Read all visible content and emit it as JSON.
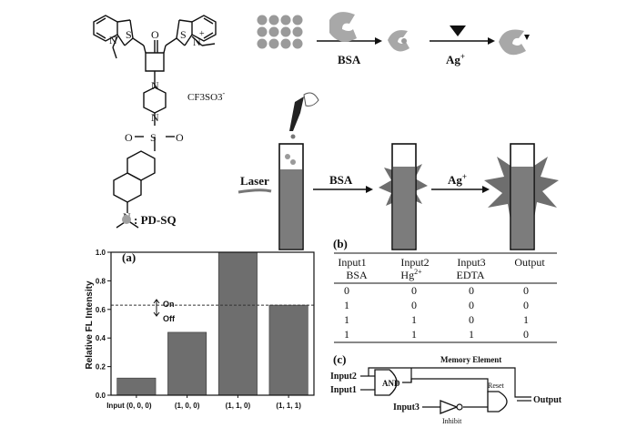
{
  "molecule": {
    "atoms": {
      "s": "S",
      "n": "N",
      "o": "O",
      "n_plus": "N",
      "plus": "+"
    },
    "counterion": "CF3SO3",
    "counterion_sub": "3",
    "charge_minus": "-",
    "legend_label": ": PD-SQ"
  },
  "scheme": {
    "bsa": "BSA",
    "ag": "Ag",
    "ag_sup": "+",
    "laser": "Laser"
  },
  "panel_a": {
    "label": "(a)",
    "on": "On",
    "off": "Off"
  },
  "panel_b": {
    "label": "(b)",
    "headers": [
      "Input1",
      "Input2",
      "Input3",
      "Output"
    ],
    "subheaders": [
      "BSA",
      "Hg",
      "EDTA",
      ""
    ],
    "hg_sup": "2+",
    "rows": [
      [
        "0",
        "0",
        "0",
        "0"
      ],
      [
        "1",
        "0",
        "0",
        "0"
      ],
      [
        "1",
        "1",
        "0",
        "1"
      ],
      [
        "1",
        "1",
        "1",
        "0"
      ]
    ]
  },
  "panel_c": {
    "label": "(c)",
    "memory": "Memory Element",
    "reset": "Reset",
    "input1": "Input1",
    "input2": "Input2",
    "input3": "Input3",
    "and_gate": "AND",
    "inhibit": "Inhibit",
    "output": "Output"
  },
  "chart_data": {
    "type": "bar",
    "categories": [
      "Input (0, 0, 0)",
      "(1, 0, 0)",
      "(1, 1, 0)",
      "(1, 1, 1)"
    ],
    "values": [
      0.12,
      0.44,
      1.0,
      0.63
    ],
    "ylabel": "Relative FL Intensity",
    "ylim": [
      0.0,
      1.0
    ],
    "yticks": [
      "0.0",
      "0.2",
      "0.4",
      "0.6",
      "0.8",
      "1.0"
    ],
    "threshold": 0.63,
    "bar_color": "#6e6e6e"
  }
}
